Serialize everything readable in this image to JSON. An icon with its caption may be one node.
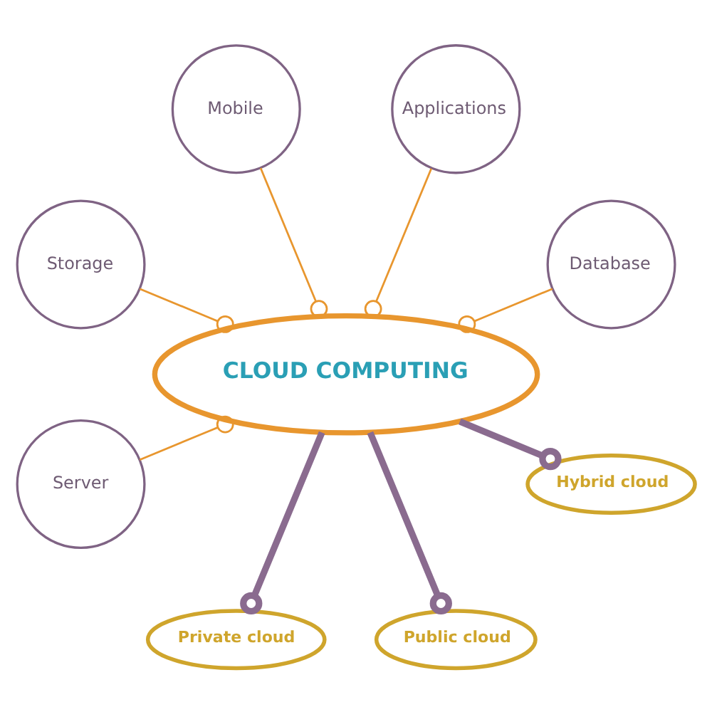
{
  "diagram": {
    "nodes": [
      {
        "text": [
          "Mobile"
        ]
      },
      {
        "text": [
          "Storage"
        ]
      },
      {
        "text": [
          "Applications"
        ]
      },
      {
        "text": [
          "CLOUD COMPUTING"
        ]
      },
      {
        "text": [
          "Server"
        ]
      },
      {
        "text": [
          "Database"
        ]
      },
      {
        "text": [
          "Private cloud"
        ]
      },
      {
        "text": [
          "Public cloud"
        ]
      },
      {
        "text": [
          "Hybrid cloud"
        ]
      }
    ],
    "edges": [
      {
        "from": 3,
        "to": 0,
        "arrow": "other"
      },
      {
        "from": 3,
        "to": 1,
        "arrow": "other"
      },
      {
        "from": 3,
        "to": 2,
        "arrow": "other"
      },
      {
        "from": 3,
        "to": 4,
        "arrow": "other"
      },
      {
        "from": 3,
        "to": 5,
        "arrow": "other"
      },
      {
        "from": 6,
        "to": 3,
        "arrow": "other",
        "style": "thick",
        "color": "#8a6b8f"
      },
      {
        "from": 7,
        "to": 3,
        "arrow": "other",
        "style": "thick",
        "color": "#8a6b8f"
      },
      {
        "from": 8,
        "to": 3,
        "arrow": "other",
        "style": "thick",
        "color": "#8a6b8f"
      }
    ]
  }
}
